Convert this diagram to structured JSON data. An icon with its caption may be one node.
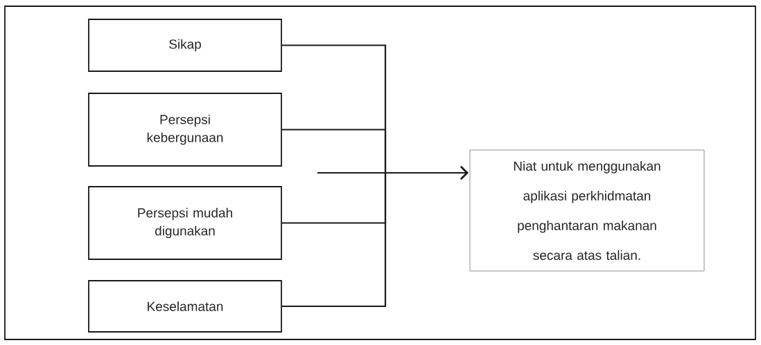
{
  "diagram": {
    "nodes": [
      {
        "text": [
          "Sikap"
        ]
      },
      {
        "text": [
          "Persepsi kebergunaan"
        ]
      },
      {
        "text": [
          "Persepsi mudah digunakan"
        ]
      },
      {
        "text": [
          "Keselamatan"
        ]
      },
      {
        "text": [
          "Niat untuk menggunakan aplikasi perkhidmatan penghantaran makanan secara atas talian."
        ]
      }
    ],
    "edges": [
      {
        "from": 0,
        "to": 4,
        "arrow": "to"
      },
      {
        "from": 1,
        "to": 4,
        "arrow": "to"
      },
      {
        "from": 2,
        "to": 4,
        "arrow": "to"
      },
      {
        "from": 3,
        "to": 4,
        "arrow": "to"
      }
    ]
  }
}
